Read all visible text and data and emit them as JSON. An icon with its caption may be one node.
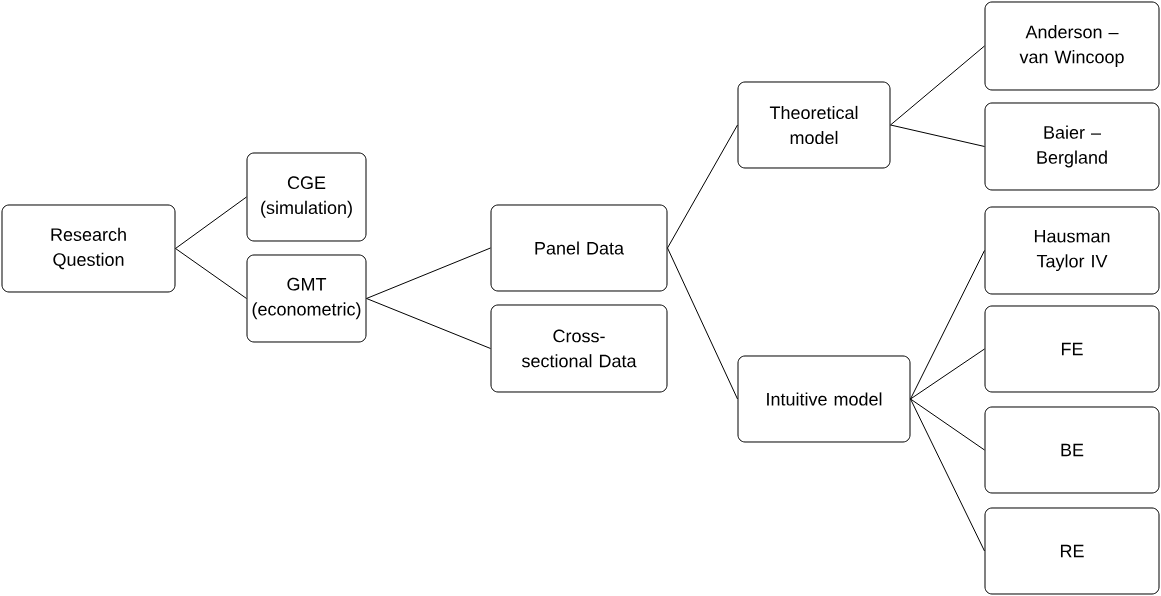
{
  "diagram": {
    "nodes": [
      {
        "text": [
          "Research Question"
        ]
      },
      {
        "text": [
          "CGE (simulation)"
        ]
      },
      {
        "text": [
          "GMT (econometric)"
        ]
      },
      {
        "text": [
          "Panel Data"
        ]
      },
      {
        "text": [
          "Cross-sectional Data"
        ]
      },
      {
        "text": [
          "Theoretical model"
        ]
      },
      {
        "text": [
          "Intuitive model"
        ]
      },
      {
        "text": [
          "Anderson – van Wincoop"
        ]
      },
      {
        "text": [
          "Baier – Bergland"
        ]
      },
      {
        "text": [
          "Hausman Taylor IV"
        ]
      },
      {
        "text": [
          "FE"
        ]
      },
      {
        "text": [
          "BE"
        ]
      },
      {
        "text": [
          "RE"
        ]
      }
    ],
    "edges": [
      {
        "from": 0,
        "to": 1,
        "arrow": "none"
      },
      {
        "from": 0,
        "to": 2,
        "arrow": "none"
      },
      {
        "from": 2,
        "to": 3,
        "arrow": "none"
      },
      {
        "from": 2,
        "to": 4,
        "arrow": "none"
      },
      {
        "from": 3,
        "to": 5,
        "arrow": "none"
      },
      {
        "from": 3,
        "to": 6,
        "arrow": "none"
      },
      {
        "from": 5,
        "to": 7,
        "arrow": "none"
      },
      {
        "from": 5,
        "to": 8,
        "arrow": "none"
      },
      {
        "from": 6,
        "to": 9,
        "arrow": "none"
      },
      {
        "from": 6,
        "to": 10,
        "arrow": "none"
      },
      {
        "from": 6,
        "to": 11,
        "arrow": "none"
      },
      {
        "from": 6,
        "to": 12,
        "arrow": "none"
      }
    ]
  }
}
